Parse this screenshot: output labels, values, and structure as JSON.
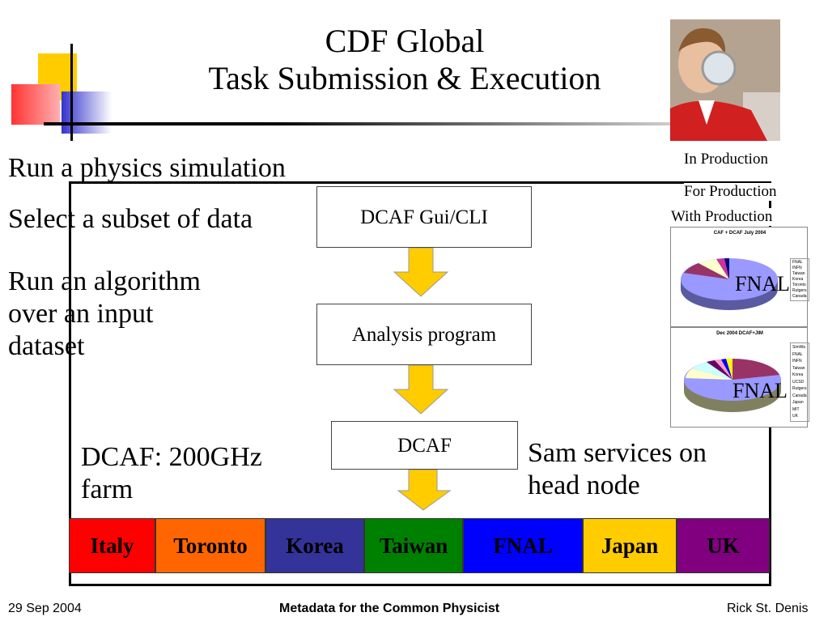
{
  "title": {
    "line1": "CDF Global",
    "line2": "Task Submission & Execution"
  },
  "left_text": {
    "item1": "Run a physics simulation",
    "item2": "Select a subset of data",
    "item3_line1": "Run an algorithm",
    "item3_line2": "over an input",
    "item3_line3": "dataset",
    "farm_line1": "DCAF: 200GHz",
    "farm_line2": "farm"
  },
  "right_text": {
    "sam_line1": "Sam services on",
    "sam_line2": "head node"
  },
  "legend": {
    "in_production": "In Production",
    "for_production": "For Production",
    "with_production": "With Production"
  },
  "flow": {
    "box1": "DCAF Gui/CLI",
    "box2": "Analysis program",
    "box3": "DCAF"
  },
  "sites": [
    {
      "label": "Italy",
      "bg": "#ff0000",
      "fg": "#000000"
    },
    {
      "label": "Toronto",
      "bg": "#ff6600",
      "fg": "#000000"
    },
    {
      "label": "Korea",
      "bg": "#333399",
      "fg": "#000000"
    },
    {
      "label": "Taiwan",
      "bg": "#008000",
      "fg": "#000000"
    },
    {
      "label": "FNAL",
      "bg": "#0000ff",
      "fg": "#000000"
    },
    {
      "label": "Japan",
      "bg": "#ffcc00",
      "fg": "#000000"
    },
    {
      "label": "UK",
      "bg": "#800080",
      "fg": "#000000"
    }
  ],
  "pies": [
    {
      "title": "CAF + DCAF July 2004",
      "label": "FNAL",
      "legend": [
        "FNAL",
        "INFN",
        "Taiwan",
        "Korea",
        "Toronto",
        "Rutgers",
        "Canada"
      ]
    },
    {
      "title": "Dec 2004 DCAF+JIM",
      "label": "FNAL",
      "legend": [
        "SimWa",
        "FNAL",
        "INFN",
        "Taiwan",
        "Korea",
        "UCSD",
        "Rutgers",
        "Canada",
        "Japan",
        "MIT",
        "UK"
      ]
    }
  ],
  "colors": {
    "arrow": "#ffcc00",
    "logo_yellow": "#ffcc00",
    "logo_red": "#ff3333",
    "logo_blue": "#3333cc"
  },
  "footer": {
    "date": "29 Sep 2004",
    "center": "Metadata for the Common Physicist",
    "author": "Rick St. Denis"
  }
}
